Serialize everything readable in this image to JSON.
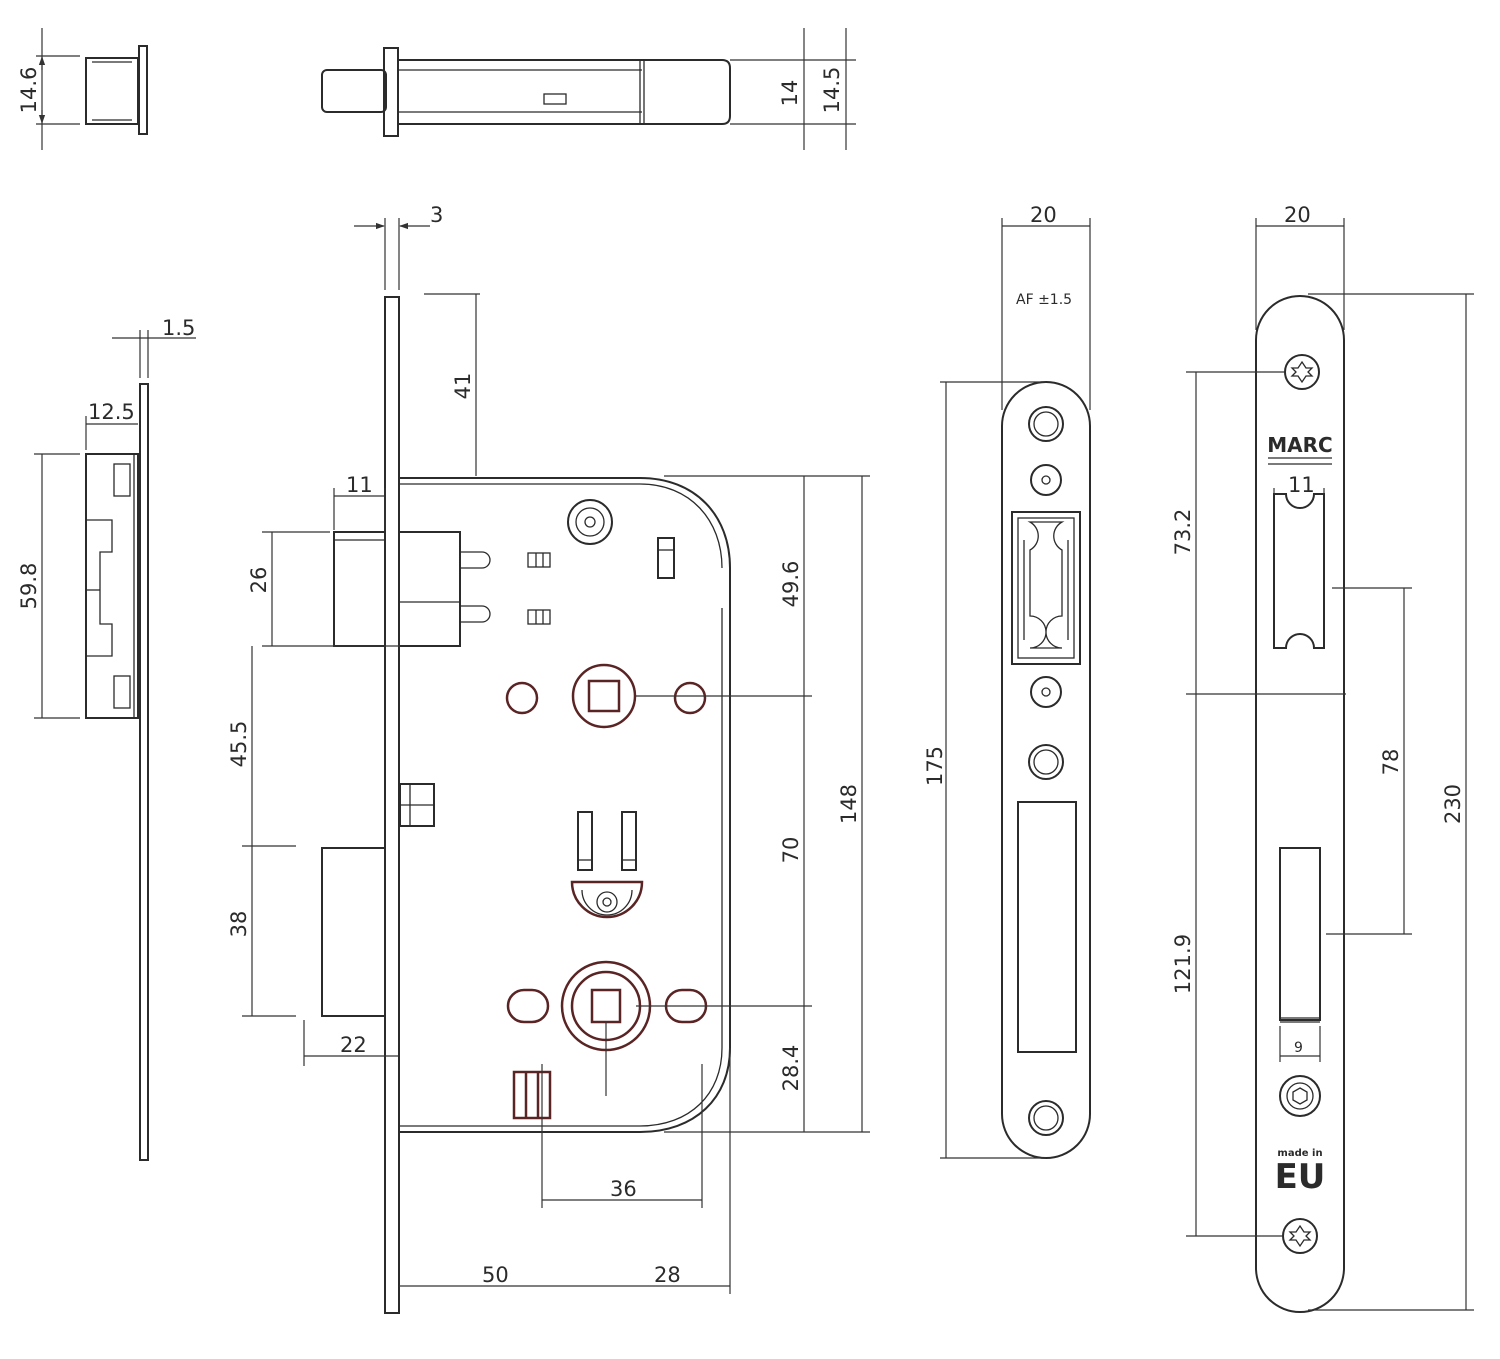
{
  "colors": {
    "line": "#2b2b2b",
    "accent": "#5a2424",
    "background": "#ffffff"
  },
  "top_views": {
    "latch_height": "14.6",
    "bolt_height_inner": "14",
    "bolt_height_outer": "14.5"
  },
  "side_view": {
    "faceplate_thickness": "1.5",
    "latch_depth": "12.5",
    "latch_height": "59.8"
  },
  "main_view": {
    "forend_thickness": "3",
    "top_offset": "41",
    "latch_projection": "11",
    "latch_height": "26",
    "gap_latch_bolt": "45.5",
    "bolt_height": "38",
    "bolt_projection": "22",
    "upper_spacing": "49.6",
    "follower_spacing": "70",
    "bottom_spacing": "28.4",
    "case_height": "148",
    "lower_spacing": "36",
    "backset": "50",
    "case_depth_rest": "28"
  },
  "strike_plate": {
    "width": "20",
    "note": "AF ±1.5",
    "length": "175"
  },
  "forend_plate": {
    "width": "20",
    "logo_text": "MARC",
    "latch_window_width": "11",
    "top_to_follower": "73.2",
    "follower_to_bolt": "78",
    "follower_to_screw": "121.9",
    "bolt_window_width": "9",
    "overall_length": "230",
    "made_in": "made in",
    "origin": "EU"
  }
}
